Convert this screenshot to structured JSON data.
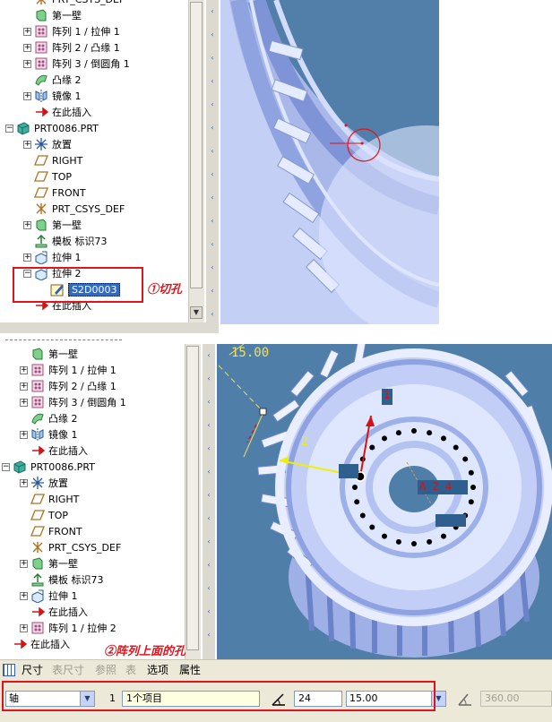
{
  "top_tree": {
    "items": [
      {
        "text": "PRT_CSYS_DEF",
        "icon": "csys-icon",
        "exp": ""
      },
      {
        "text": "第一壁",
        "icon": "first-wall-icon",
        "exp": ""
      },
      {
        "text": "阵列 1 / 拉伸 1",
        "icon": "pattern-icon",
        "exp": "+"
      },
      {
        "text": "阵列 2 / 凸缘 1",
        "icon": "pattern-icon",
        "exp": "+"
      },
      {
        "text": "阵列 3 / 倒圆角 1",
        "icon": "pattern-icon",
        "exp": "+"
      },
      {
        "text": "凸缘 2",
        "icon": "flange-icon",
        "exp": ""
      },
      {
        "text": "镜像 1",
        "icon": "mirror-icon",
        "exp": "+"
      },
      {
        "text": "在此插入",
        "icon": "insert-arrow-icon",
        "exp": ""
      },
      {
        "text": "PRT0086.PRT",
        "icon": "part-icon",
        "exp": "-"
      },
      {
        "text": "放置",
        "icon": "placement-icon",
        "exp": "+"
      },
      {
        "text": "RIGHT",
        "icon": "datum-plane-icon",
        "exp": ""
      },
      {
        "text": "TOP",
        "icon": "datum-plane-icon",
        "exp": ""
      },
      {
        "text": "FRONT",
        "icon": "datum-plane-icon",
        "exp": ""
      },
      {
        "text": "PRT_CSYS_DEF",
        "icon": "csys-icon",
        "exp": ""
      },
      {
        "text": "第一壁",
        "icon": "first-wall-icon",
        "exp": "+"
      },
      {
        "text": "模板 标识73",
        "icon": "template-icon",
        "exp": ""
      },
      {
        "text": "拉伸 1",
        "icon": "extrude-icon",
        "exp": "+"
      },
      {
        "text": "拉伸 2",
        "icon": "extrude-icon",
        "exp": "-"
      },
      {
        "text": "S2D0003",
        "icon": "sketch-icon",
        "exp": ""
      },
      {
        "text": "在此插入",
        "icon": "insert-arrow-icon",
        "exp": ""
      }
    ],
    "annotation": "①切孔"
  },
  "bottom_tree": {
    "items": [
      {
        "text": "第一壁",
        "icon": "first-wall-icon",
        "exp": ""
      },
      {
        "text": "阵列 1 / 拉伸 1",
        "icon": "pattern-icon",
        "exp": "+"
      },
      {
        "text": "阵列 2 / 凸缘 1",
        "icon": "pattern-icon",
        "exp": "+"
      },
      {
        "text": "阵列 3 / 倒圆角 1",
        "icon": "pattern-icon",
        "exp": "+"
      },
      {
        "text": "凸缘 2",
        "icon": "flange-icon",
        "exp": ""
      },
      {
        "text": "镜像 1",
        "icon": "mirror-icon",
        "exp": "+"
      },
      {
        "text": "在此插入",
        "icon": "insert-arrow-icon",
        "exp": ""
      },
      {
        "text": "PRT0086.PRT",
        "icon": "part-icon",
        "exp": "-"
      },
      {
        "text": "放置",
        "icon": "placement-icon",
        "exp": "+"
      },
      {
        "text": "RIGHT",
        "icon": "datum-plane-icon",
        "exp": ""
      },
      {
        "text": "TOP",
        "icon": "datum-plane-icon",
        "exp": ""
      },
      {
        "text": "FRONT",
        "icon": "datum-plane-icon",
        "exp": ""
      },
      {
        "text": "PRT_CSYS_DEF",
        "icon": "csys-icon",
        "exp": ""
      },
      {
        "text": "第一壁",
        "icon": "first-wall-icon",
        "exp": "+"
      },
      {
        "text": "模板 标识73",
        "icon": "template-icon",
        "exp": ""
      },
      {
        "text": "拉伸 1",
        "icon": "extrude-icon",
        "exp": "+"
      },
      {
        "text": "在此插入",
        "icon": "insert-arrow-icon",
        "exp": ""
      },
      {
        "text": "阵列 1 / 拉伸 2",
        "icon": "pattern-new-icon",
        "exp": "+"
      },
      {
        "text": "在此插入",
        "icon": "insert-arrow-icon",
        "exp": ""
      }
    ],
    "annotation": "②阵列上面的孔"
  },
  "viewport_labels": {
    "dim_angle": "15.00",
    "dir_1": "1",
    "dir_2": "2",
    "axis_tag": "A_2_4"
  },
  "dashboard": {
    "tabs": [
      {
        "label": "尺寸",
        "enabled": true
      },
      {
        "label": "表尺寸",
        "enabled": false
      },
      {
        "label": "参照",
        "enabled": false
      },
      {
        "label": "表",
        "enabled": false
      },
      {
        "label": "选项",
        "enabled": true
      },
      {
        "label": "属性",
        "enabled": true
      }
    ],
    "pattern_type": "轴",
    "first_dir_index": "1",
    "first_dir_items": "1个项目",
    "member_count": "24",
    "increment": "15.00",
    "total_angle": "360.00"
  },
  "colors": {
    "viewport_blue": "#4f7ea8",
    "highlight_red": "#e0141c",
    "selection_blue": "#316ac5"
  }
}
